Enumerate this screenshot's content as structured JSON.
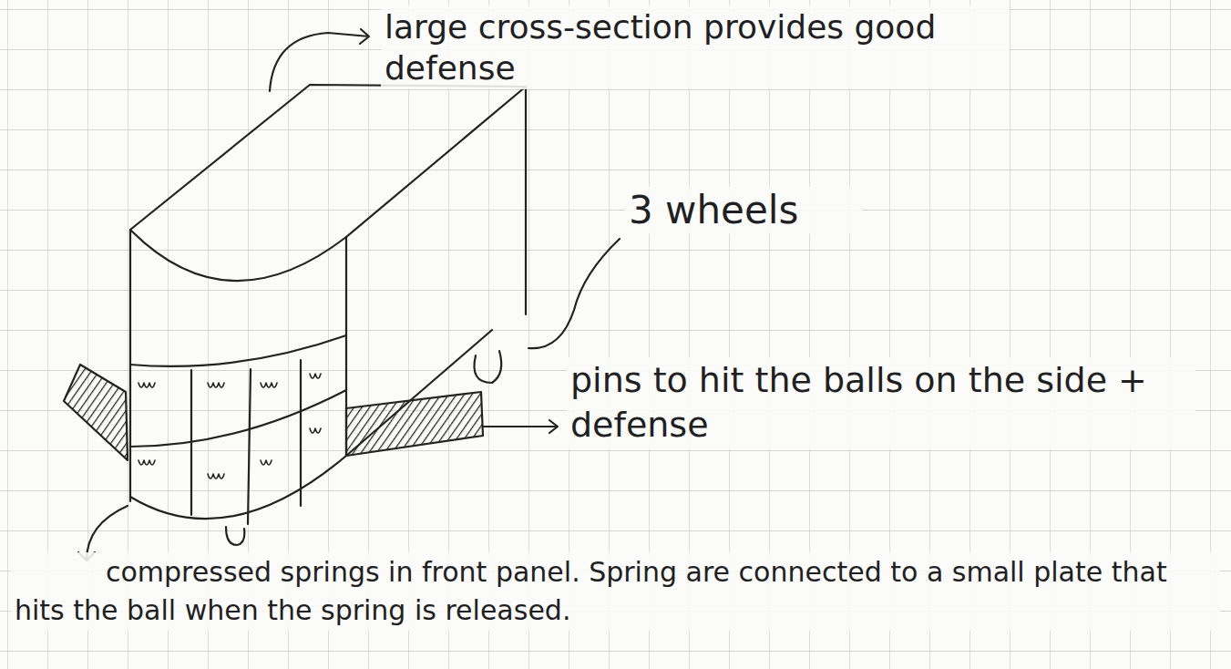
{
  "diagram": {
    "labels": [
      "large cross-section provides good defense",
      "3 wheels",
      "pins to hit the balls on the side + defense",
      "compressed springs in front panel. Spring are connected to a small plate that hits the ball when the spring is released."
    ]
  }
}
